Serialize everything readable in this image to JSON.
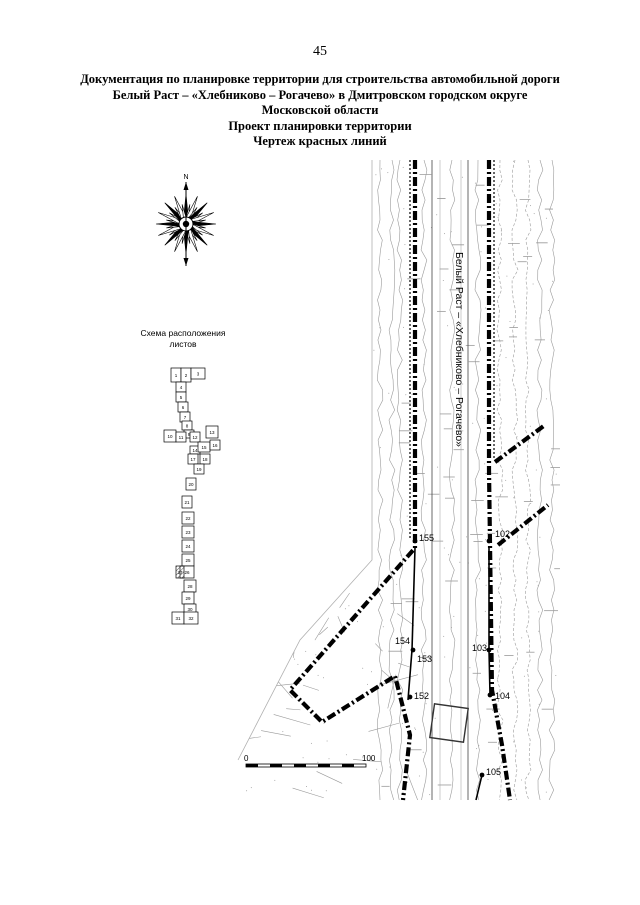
{
  "page_number": "45",
  "title_lines": [
    "Документация по планировке территории для строительства автомобильной дороги",
    "Белый Раст – «Хлебниково – Рогачево» в Дмитровском городском округе",
    "Московской области",
    "Проект планировки территории",
    "Чертеж красных линий"
  ],
  "compass": {
    "north_label": "N"
  },
  "sheet_schema": {
    "title_line1": "Схема расположения",
    "title_line2": "листов",
    "sheets": [
      "1",
      "2",
      "3",
      "4",
      "5",
      "6",
      "7",
      "8",
      "9",
      "10",
      "11",
      "12",
      "13",
      "14",
      "15",
      "16",
      "17",
      "18",
      "19",
      "20",
      "21",
      "22",
      "23",
      "24",
      "25",
      "26",
      "27",
      "28",
      "29",
      "30",
      "31",
      "32"
    ],
    "current_sheet": "27"
  },
  "road_label": "Белый Раст – «Хлебниково – Рогачево»",
  "points": {
    "p155": "155",
    "p154": "154",
    "p153": "153",
    "p152": "152",
    "p102": "102",
    "p103": "103",
    "p104": "104",
    "p105": "105"
  },
  "scale_bar": {
    "start": "0",
    "end": "100"
  },
  "colors": {
    "line": "#000000",
    "survey": "#8a8a8a",
    "hatch": "#bdbdbd"
  }
}
